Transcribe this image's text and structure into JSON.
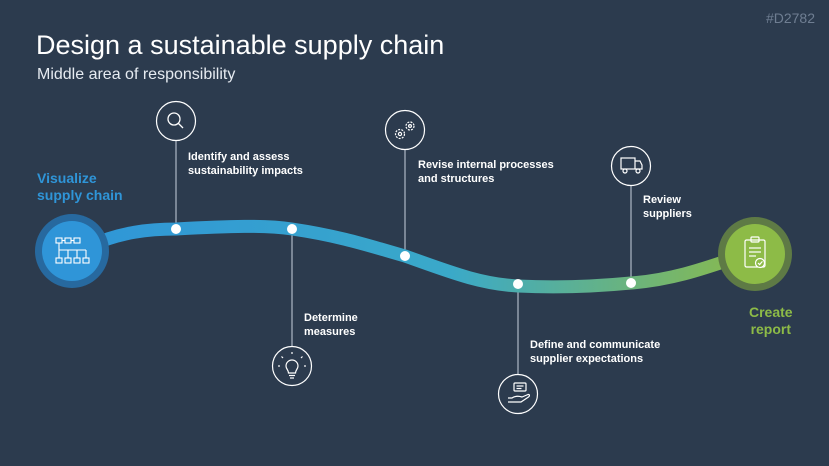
{
  "slide_id": "#D2782",
  "title": "Design a sustainable supply chain",
  "subtitle": "Middle area of responsibility",
  "start": {
    "label": "Visualize\nsupply chain",
    "icon": "hierarchy-icon",
    "color": "#2f95d8"
  },
  "end": {
    "label": "Create\nreport",
    "icon": "clipboard-check-icon",
    "color": "#8dbb47"
  },
  "steps": [
    {
      "label": "Identify and assess\nsustainability impacts",
      "icon": "magnifier-icon"
    },
    {
      "label": "Determine\nmeasures",
      "icon": "lightbulb-icon"
    },
    {
      "label": "Revise internal processes\nand structures",
      "icon": "gears-icon"
    },
    {
      "label": "Define and communicate\nsupplier expectations",
      "icon": "hand-message-icon"
    },
    {
      "label": "Review\nsuppliers",
      "icon": "truck-icon"
    }
  ],
  "colors": {
    "background": "#2c3b4e",
    "path_start": "#2f95d8",
    "path_end": "#8dbb47",
    "text": "#ffffff"
  }
}
